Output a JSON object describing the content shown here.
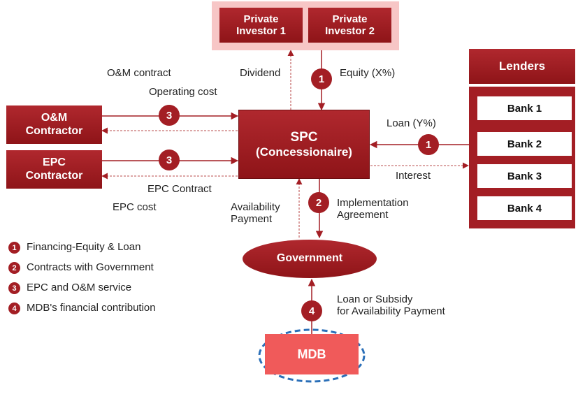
{
  "nodes": {
    "private_investor_1": "Private Investor 1",
    "private_investor_2": "Private Investor 2",
    "lenders": "Lenders",
    "spc_line1": "SPC",
    "spc_line2": "(Concessionaire)",
    "om_contractor": "O&M Contractor",
    "epc_contractor": "EPC Contractor",
    "government": "Government",
    "mdb": "MDB",
    "banks": [
      "Bank 1",
      "Bank 2",
      "Bank 3",
      "Bank 4"
    ]
  },
  "edge_labels": {
    "om_contract": "O&M contract",
    "operating_cost": "Operating cost",
    "dividend": "Dividend",
    "equity": "Equity (X%)",
    "loan": "Loan (Y%)",
    "interest": "Interest",
    "epc_contract": "EPC Contract",
    "epc_cost": "EPC cost",
    "availability_payment_1": "Availability",
    "availability_payment_2": "Payment",
    "implementation_agreement_1": "Implementation",
    "implementation_agreement_2": "Agreement",
    "loan_subsidy_1": "Loan or Subsidy",
    "loan_subsidy_2": "for Availability  Payment"
  },
  "badges": {
    "equity": "1",
    "loan": "1",
    "om": "3",
    "epc": "3",
    "implementation": "2",
    "mdb": "4"
  },
  "legend": [
    {
      "num": "1",
      "text": "Financing-Equity & Loan"
    },
    {
      "num": "2",
      "text": "Contracts with Government"
    },
    {
      "num": "3",
      "text": "EPC and O&M service"
    },
    {
      "num": "4",
      "text": "MDB's financial contribution"
    }
  ],
  "colors": {
    "primary": "#a31e24",
    "investor_panel": "#f7c6c6",
    "mdb_box": "#f05a5a",
    "mdb_outline": "#2a6fb8"
  }
}
